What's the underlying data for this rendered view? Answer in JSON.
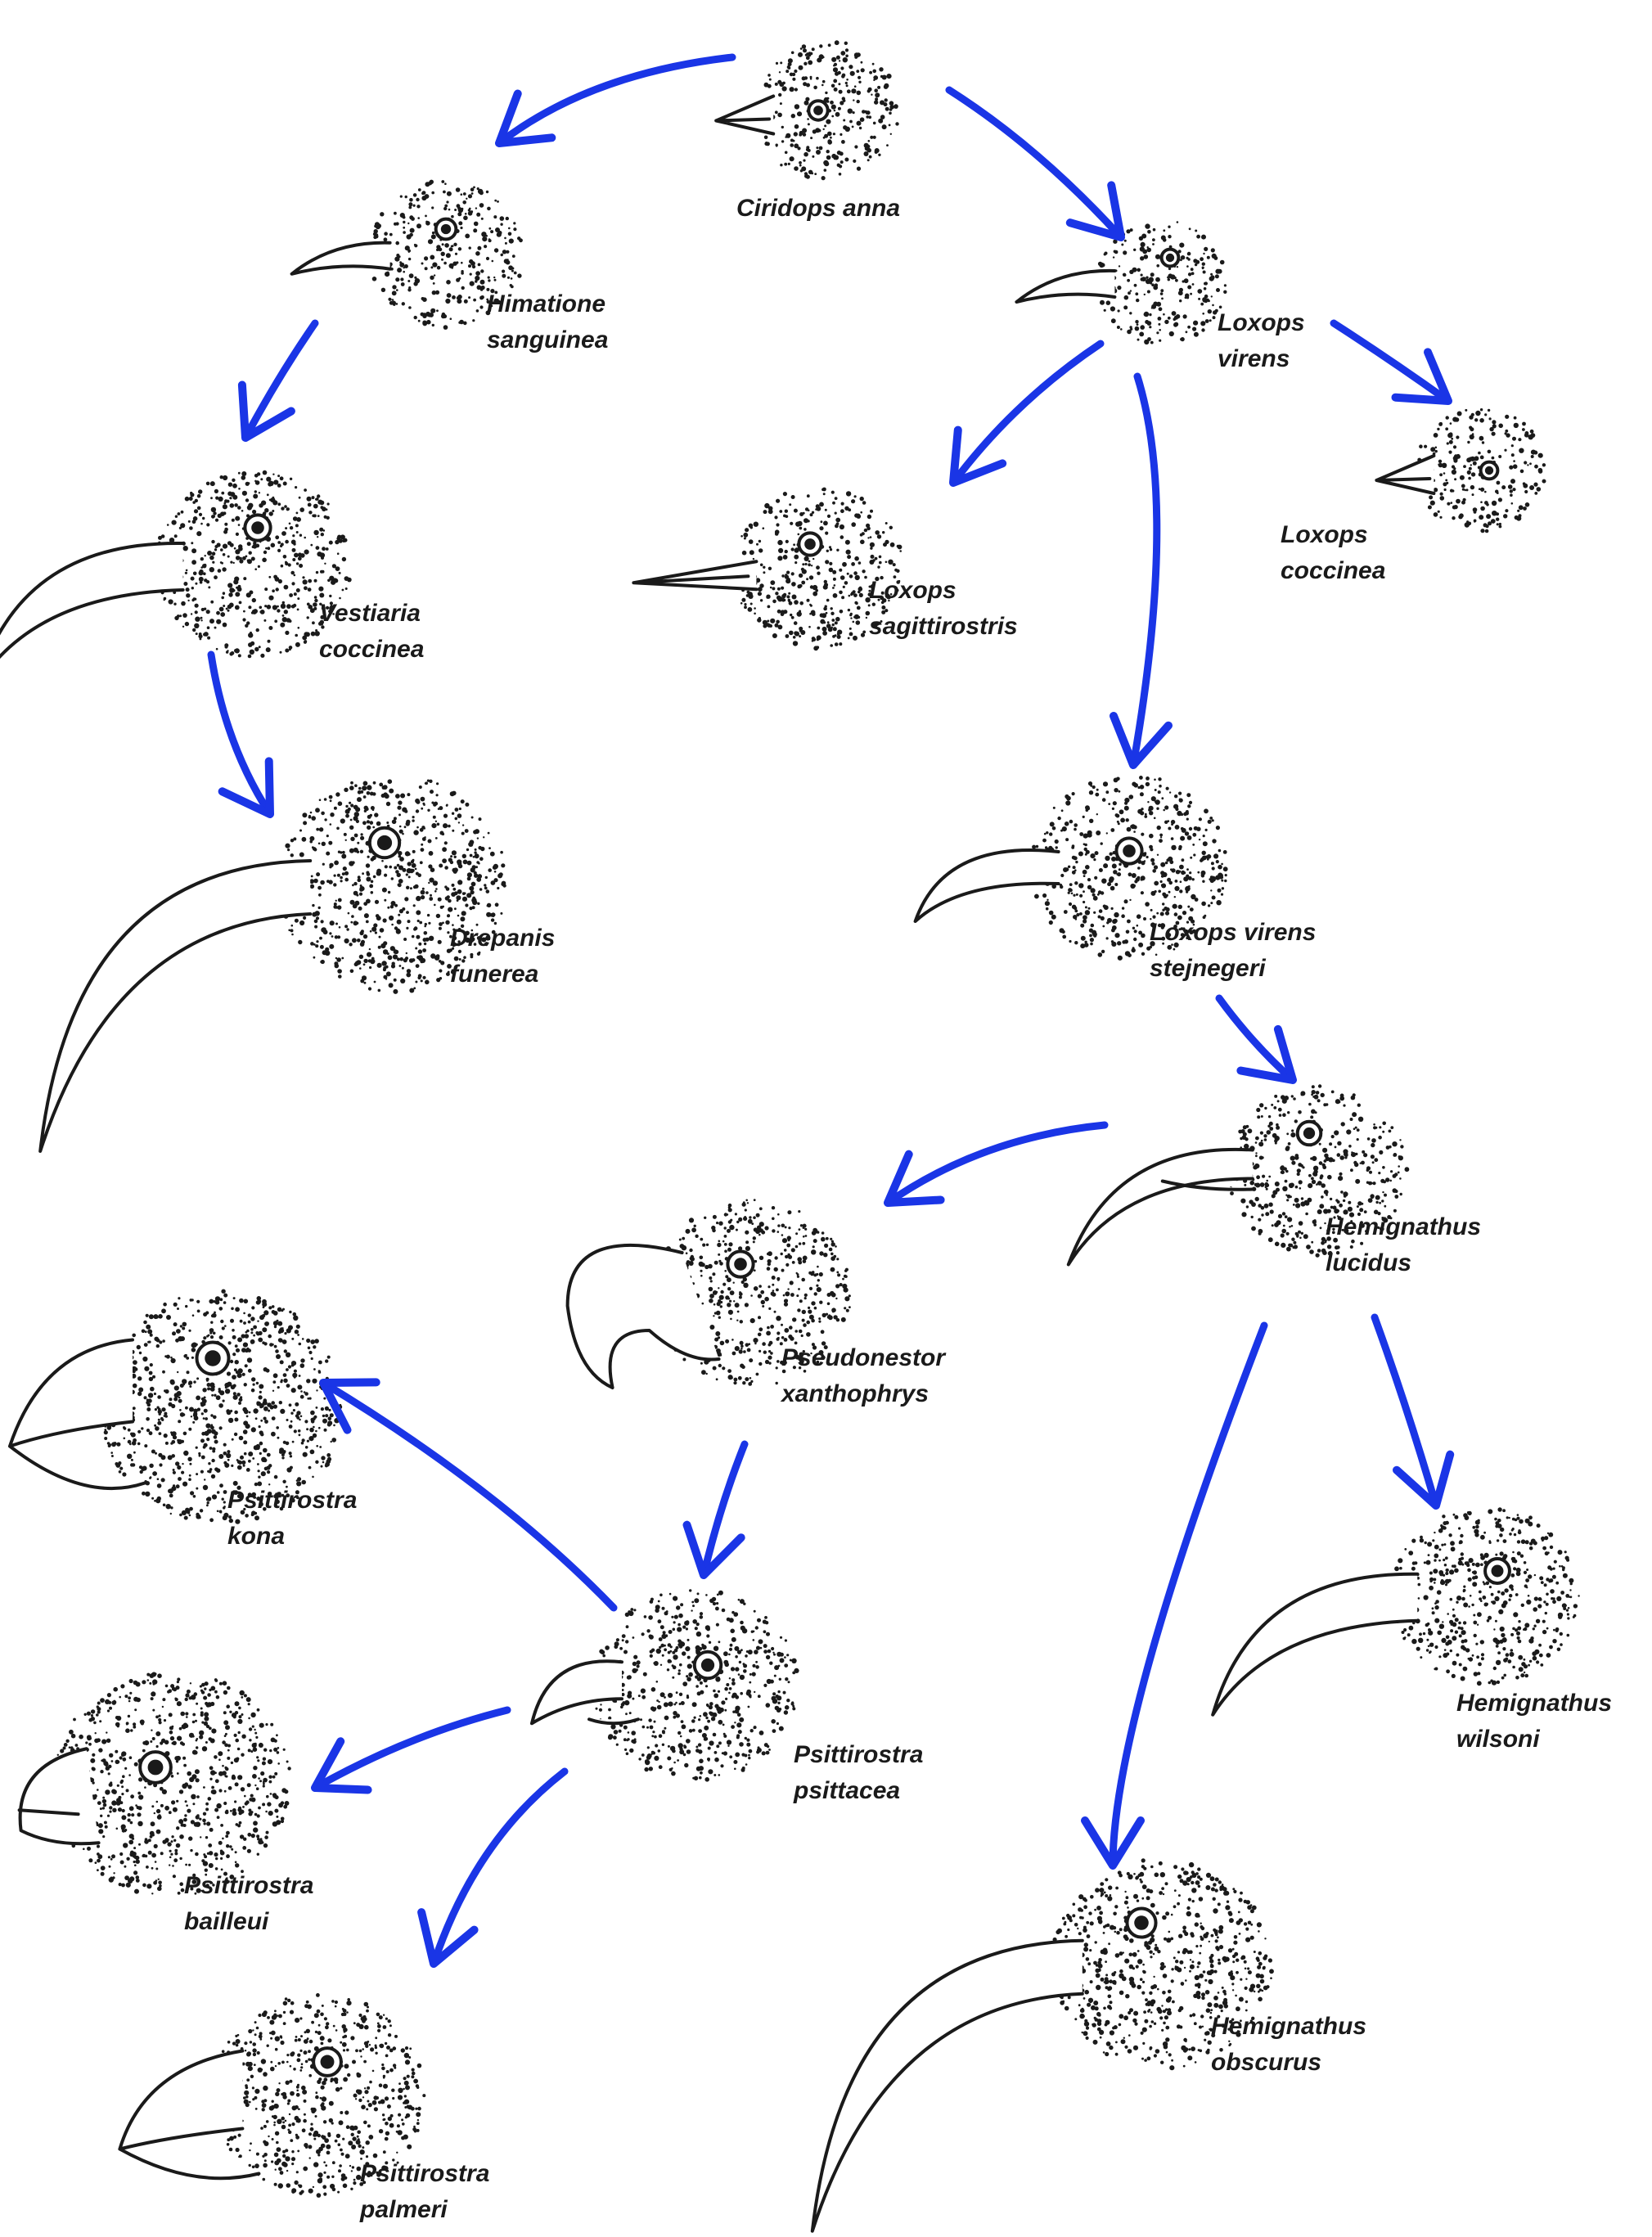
{
  "colors": {
    "arrow": "#1a35e6",
    "ink": "#1a1a1a",
    "background": "#ffffff"
  },
  "species": [
    {
      "id": "ciridops-anna",
      "line1": "Ciridops anna",
      "line2": "",
      "beak": "short-conical"
    },
    {
      "id": "himatione-sanguinea",
      "line1": "Himatione",
      "line2": "sanguinea",
      "beak": "short-slender"
    },
    {
      "id": "vestiaria-coccinea",
      "line1": "Vestiaria",
      "line2": "coccinea",
      "beak": "long-curved"
    },
    {
      "id": "drepanis-funerea",
      "line1": "Drepanis",
      "line2": "funerea",
      "beak": "very-long-curved"
    },
    {
      "id": "loxops-virens",
      "line1": "Loxops",
      "line2": "virens",
      "beak": "short-slender"
    },
    {
      "id": "loxops-sagittirostris",
      "line1": "Loxops",
      "line2": "sagittirostris",
      "beak": "straight-pointed"
    },
    {
      "id": "loxops-coccinea",
      "line1": "Loxops",
      "line2": "coccinea",
      "beak": "short-conical"
    },
    {
      "id": "loxops-virens-stejnegeri",
      "line1": "Loxops virens",
      "line2": "stejnegeri",
      "beak": "medium-curved"
    },
    {
      "id": "hemignathus-lucidus",
      "line1": "Hemignathus",
      "line2": "lucidus",
      "beak": "long-curved-upper"
    },
    {
      "id": "pseudonestor-xanthophrys",
      "line1": "Pseudonestor",
      "line2": "xanthophrys",
      "beak": "hooked-parrot"
    },
    {
      "id": "psittirostra-kona",
      "line1": "Psittirostra",
      "line2": "kona",
      "beak": "heavy-parrot"
    },
    {
      "id": "psittirostra-psittacea",
      "line1": "Psittirostra",
      "line2": "psittacea",
      "beak": "hooked-small"
    },
    {
      "id": "psittirostra-bailleui",
      "line1": "Psittirostra",
      "line2": "bailleui",
      "beak": "stout-finch"
    },
    {
      "id": "psittirostra-palmeri",
      "line1": "Psittirostra",
      "line2": "palmeri",
      "beak": "heavy-finch"
    },
    {
      "id": "hemignathus-wilsoni",
      "line1": "Hemignathus",
      "line2": "wilsoni",
      "beak": "long-curved"
    },
    {
      "id": "hemignathus-obscurus",
      "line1": "Hemignathus",
      "line2": "obscurus",
      "beak": "very-long-curved"
    }
  ],
  "edges": [
    {
      "from": "ciridops-anna",
      "to": "himatione-sanguinea"
    },
    {
      "from": "ciridops-anna",
      "to": "loxops-virens"
    },
    {
      "from": "himatione-sanguinea",
      "to": "vestiaria-coccinea"
    },
    {
      "from": "vestiaria-coccinea",
      "to": "drepanis-funerea"
    },
    {
      "from": "loxops-virens",
      "to": "loxops-sagittirostris"
    },
    {
      "from": "loxops-virens",
      "to": "loxops-coccinea"
    },
    {
      "from": "loxops-virens",
      "to": "loxops-virens-stejnegeri"
    },
    {
      "from": "loxops-virens-stejnegeri",
      "to": "hemignathus-lucidus"
    },
    {
      "from": "hemignathus-lucidus",
      "to": "pseudonestor-xanthophrys"
    },
    {
      "from": "hemignathus-lucidus",
      "to": "hemignathus-obscurus"
    },
    {
      "from": "hemignathus-lucidus",
      "to": "hemignathus-wilsoni"
    },
    {
      "from": "pseudonestor-xanthophrys",
      "to": "psittirostra-psittacea"
    },
    {
      "from": "psittirostra-psittacea",
      "to": "psittirostra-kona"
    },
    {
      "from": "psittirostra-psittacea",
      "to": "psittirostra-bailleui"
    },
    {
      "from": "psittirostra-psittacea",
      "to": "psittirostra-palmeri"
    }
  ]
}
